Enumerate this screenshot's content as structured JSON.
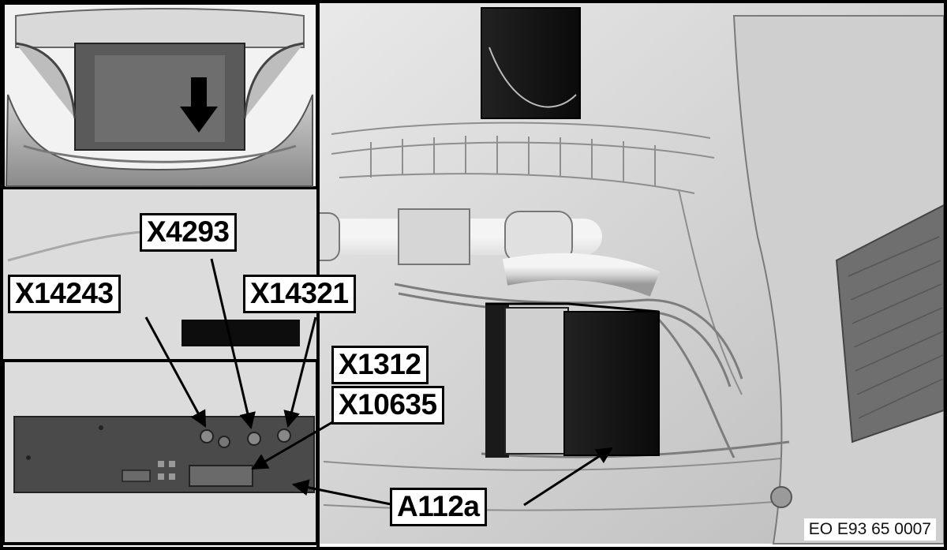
{
  "labels": {
    "x4293": "X4293",
    "x14243": "X14243",
    "x14321": "X14321",
    "x1312": "X1312",
    "x10635": "X10635",
    "a112a": "A112a"
  },
  "document_number": "EO E93 65 0007",
  "icons": {
    "location_arrow": "down-arrow-icon"
  },
  "colors": {
    "label_background": "#ffffff",
    "label_text": "#000000",
    "frame": "#000000"
  }
}
